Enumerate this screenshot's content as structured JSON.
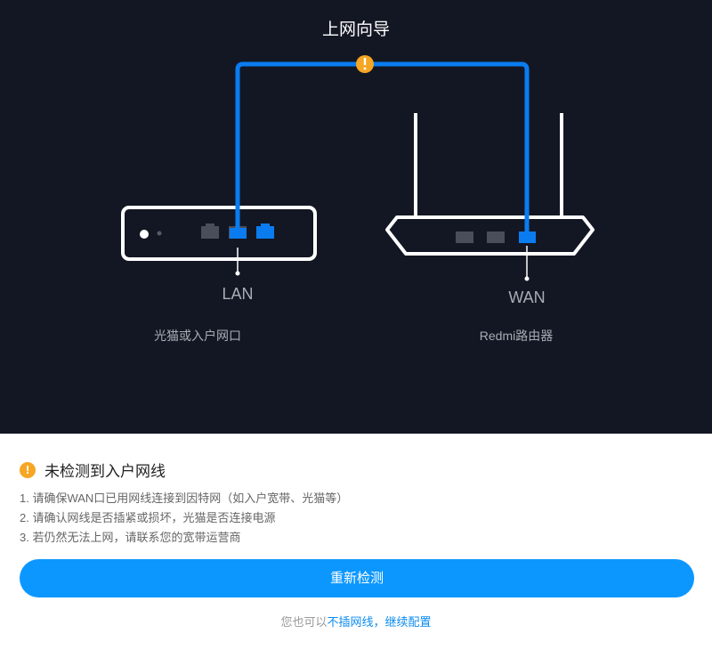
{
  "header": {
    "title": "上网向导"
  },
  "diagram": {
    "lan_label": "LAN",
    "wan_label": "WAN",
    "modem_caption": "光猫或入户网口",
    "router_caption": "Redmi路由器",
    "warning_icon": "exclamation-circle",
    "cable_color": "#0a7cf0",
    "warning_color": "#f5a623"
  },
  "status": {
    "icon": "!",
    "title": "未检测到入户网线",
    "items": [
      "1. 请确保WAN口已用网线连接到因特网（如入户宽带、光猫等）",
      "2. 请确认网线是否插紧或损坏，光猫是否连接电源",
      "3. 若仍然无法上网，请联系您的宽带运营商"
    ]
  },
  "actions": {
    "retry_label": "重新检测",
    "alt_prefix": "您也可以",
    "alt_link": "不插网线，继续配置"
  }
}
